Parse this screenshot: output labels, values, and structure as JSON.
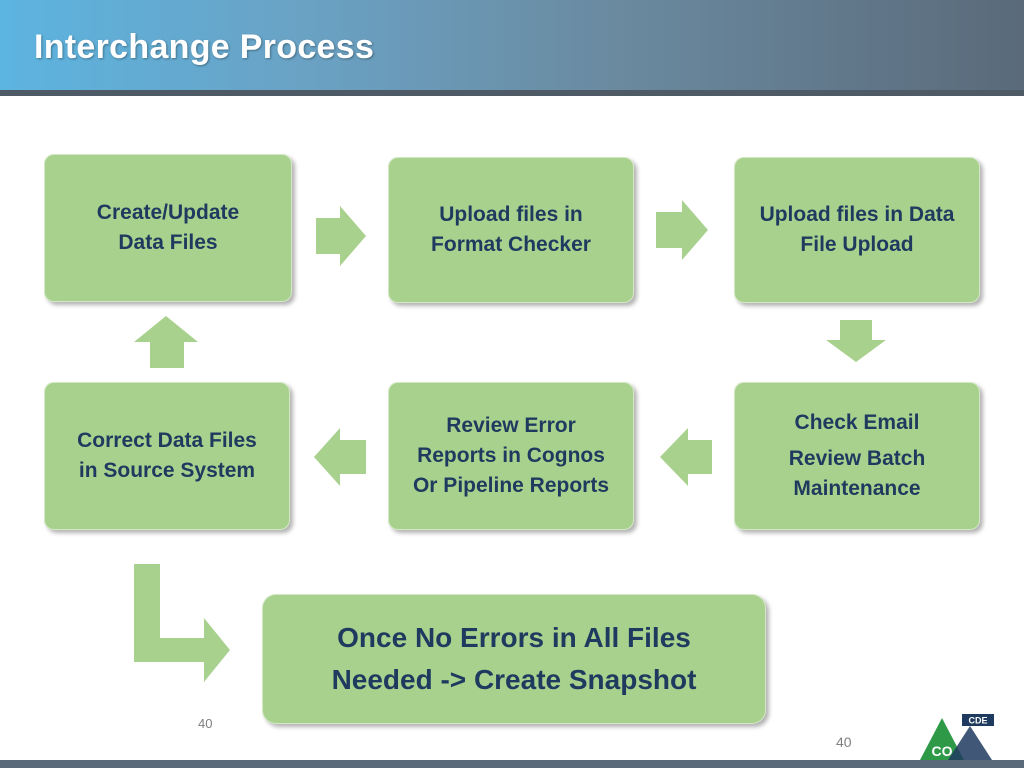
{
  "slide": {
    "title": "Interchange Process",
    "page_number_center": "40",
    "page_number_right": "40"
  },
  "diagram": {
    "steps": [
      {
        "id": "create",
        "lines": [
          "Create/Update",
          "Data Files"
        ]
      },
      {
        "id": "format-checker",
        "lines": [
          "Upload files in",
          "Format Checker"
        ]
      },
      {
        "id": "data-file-upload",
        "lines": [
          "Upload files in Data",
          "File Upload"
        ]
      },
      {
        "id": "check-email",
        "lines": [
          "Check Email"
        ],
        "lines2": [
          "Review Batch",
          "Maintenance"
        ]
      },
      {
        "id": "review-error",
        "lines": [
          "Review Error",
          "Reports in Cognos",
          "Or Pipeline Reports"
        ]
      },
      {
        "id": "correct",
        "lines": [
          "Correct Data Files",
          "in Source System"
        ]
      }
    ],
    "final": {
      "lines": [
        "Once No Errors in All Files",
        "Needed -> Create Snapshot"
      ]
    },
    "colors": {
      "box_fill": "#a9d18e",
      "text": "#1f3a5f",
      "arrow": "#a9d18e"
    }
  },
  "logo": {
    "top_text": "CDE",
    "bottom_text": "CO",
    "colors": {
      "green": "#2e9a48",
      "navy": "#1f3a5f"
    }
  }
}
